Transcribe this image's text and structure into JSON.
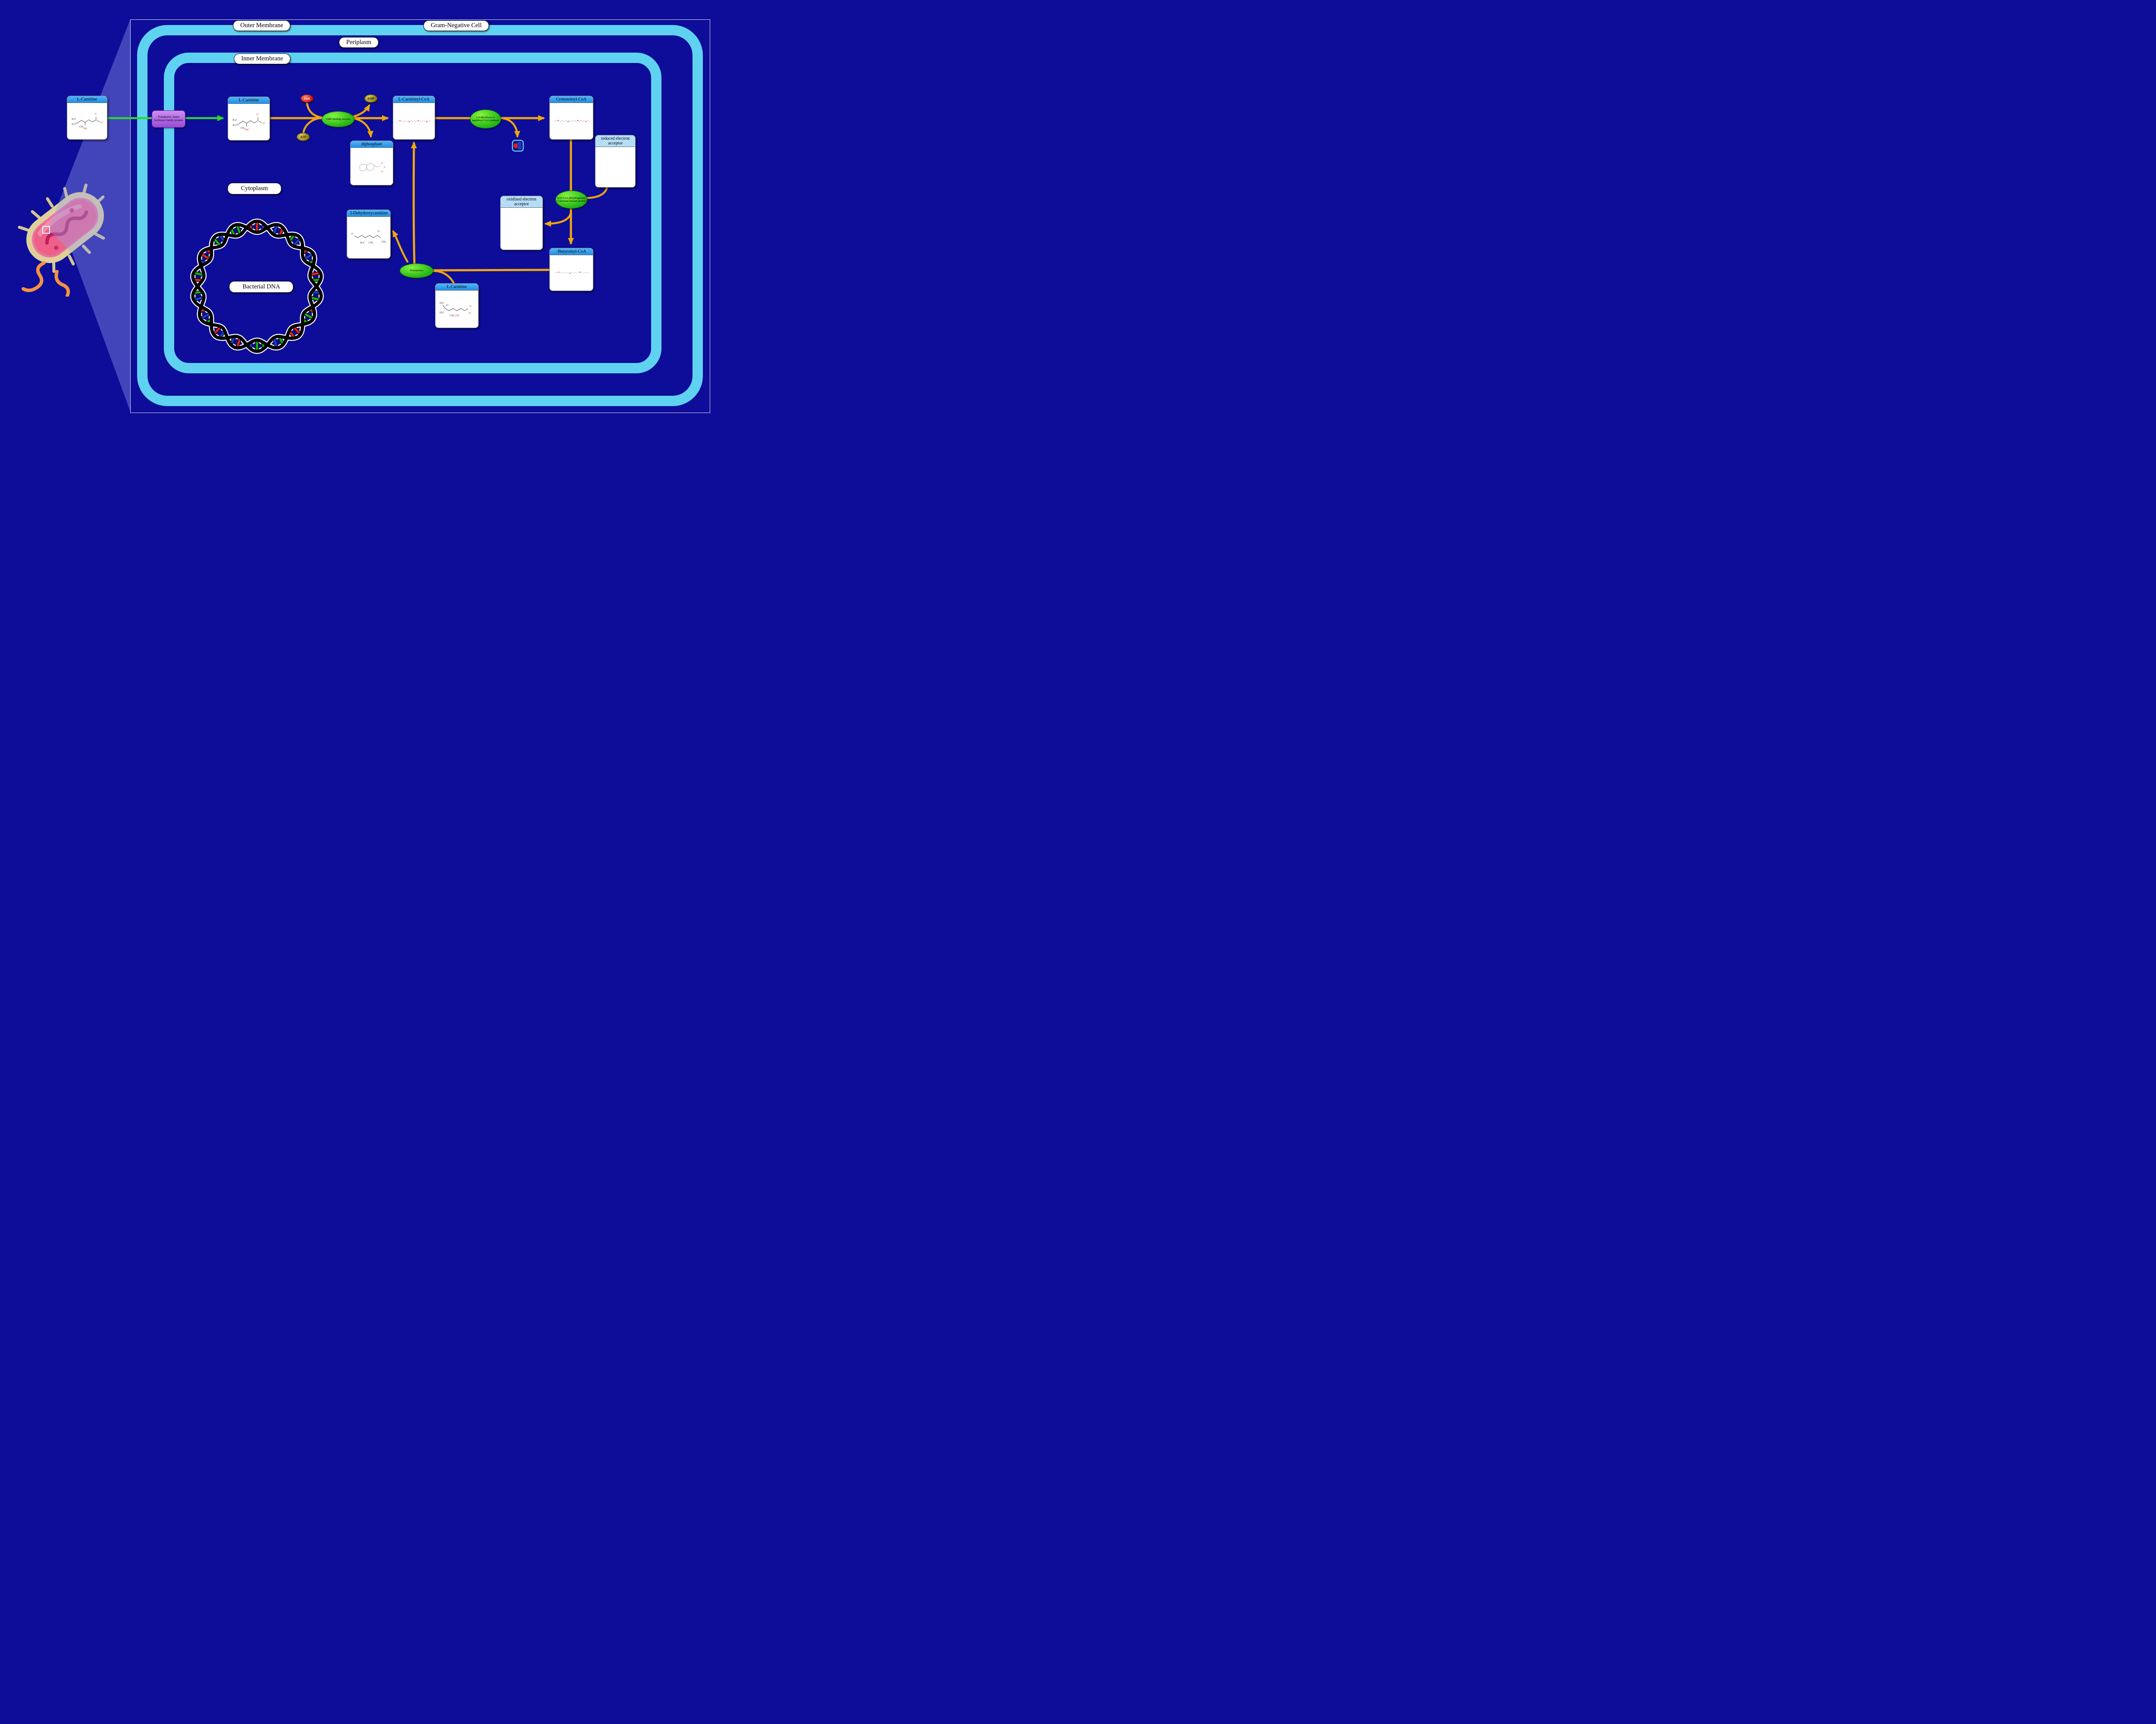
{
  "compartments": {
    "outer_membrane": "Outer Membrane",
    "gram_negative_cell": "Gram-Negative Cell",
    "periplasm": "Periplasm",
    "inner_membrane": "Inner Membrane",
    "cytoplasm": "Cytoplasm",
    "bacterial_dna": "Bacterial DNA"
  },
  "nodes": {
    "l_carnitine_ext": {
      "label": "L-Carnitine"
    },
    "l_carnitine_cyt": {
      "label": "L-Carnitine"
    },
    "l_carnitinyl_coa": {
      "label": "L-Carnitinyl-CoA"
    },
    "crotonoinyl_coa": {
      "label": "Crotonoinyl-CoA"
    },
    "diphosphate": {
      "label": "diphosphate"
    },
    "reduced_acceptor": {
      "label": "reduced electron acceptor"
    },
    "oxidized_acceptor": {
      "label": "oxidized electron acceptor"
    },
    "dehydroxycarnitine": {
      "label": "3-Dehydroxycarnitine"
    },
    "butyroinyl_coa": {
      "label": "-Butyroinyl-CoA"
    },
    "l_carnitine_btm": {
      "label": "L-Carnitine"
    }
  },
  "enzymes": {
    "amp_binding_enzyme": {
      "label": "AMP-binding enzyme"
    },
    "naphthoyl_coa_synthase": {
      "label": "1,4-dihydroxy-2-naphthoyl-CoA synthase"
    },
    "acyl_coa_dehydrogenase": {
      "label": "Acyl-CoA dehydrogenase, C-terminal domain protein"
    },
    "transposase": {
      "label": "Transposase"
    }
  },
  "transporter": {
    "label": "Transporter, major facilitator family protein"
  },
  "cofactors": {
    "coa": "CoA",
    "amp": "AMP",
    "atp": "ATP"
  },
  "colors": {
    "background": "#0d0d99",
    "membrane": "#5fd2f2",
    "reaction_arrow": "#f0a60e",
    "transport_arrow": "#2bd930",
    "enzyme_fill": "#2ec41e",
    "node_header": "#2e9cf3",
    "transporter_fill": "#a95fe0",
    "beam": "#9398ee"
  }
}
